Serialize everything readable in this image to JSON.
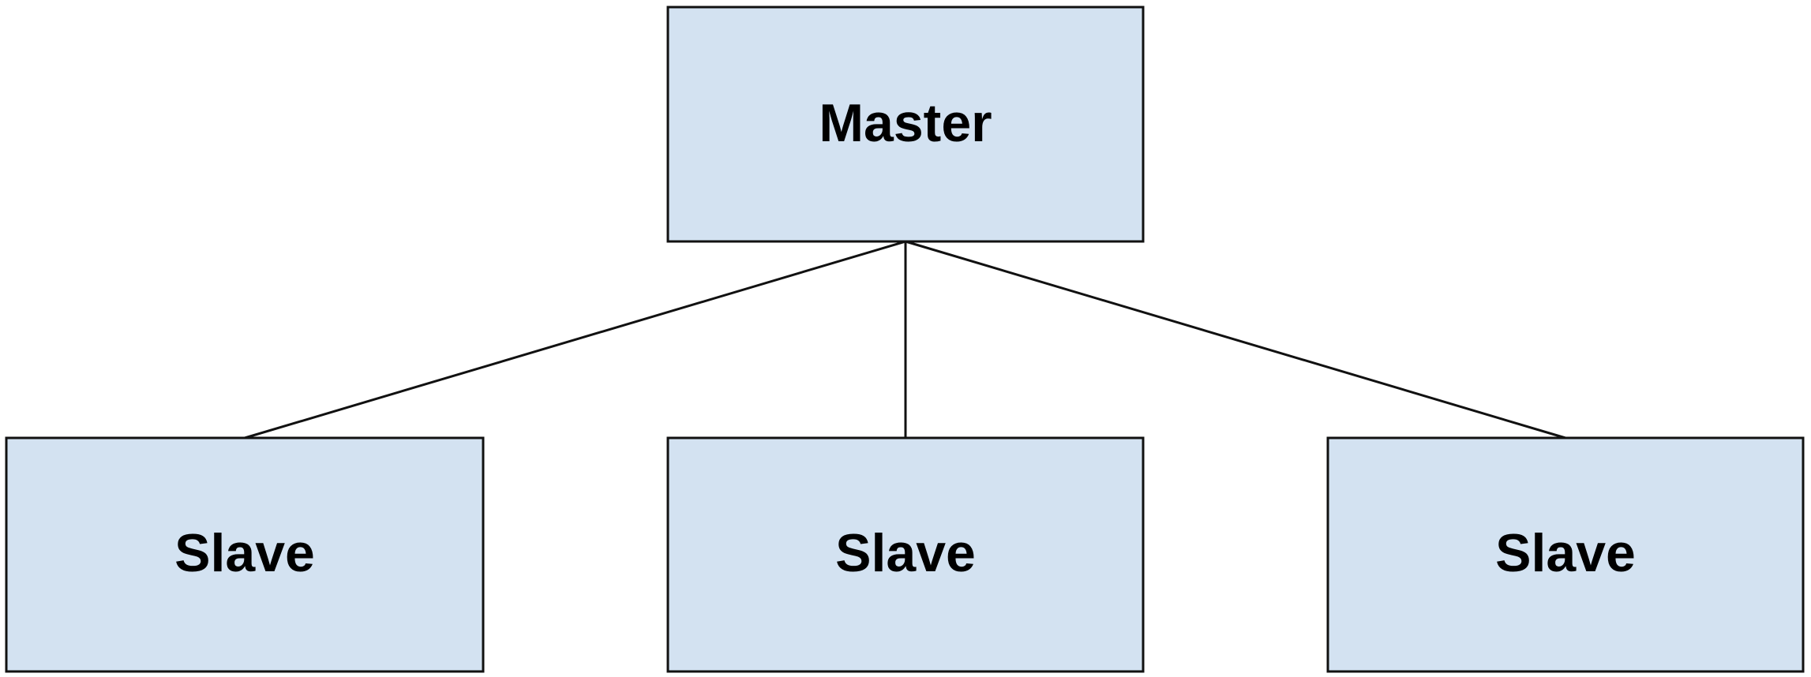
{
  "diagram": {
    "nodes": [
      {
        "id": "master",
        "label": "Master"
      },
      {
        "id": "slave-1",
        "label": "Slave"
      },
      {
        "id": "slave-2",
        "label": "Slave"
      },
      {
        "id": "slave-3",
        "label": "Slave"
      }
    ],
    "edges": [
      {
        "from": "master",
        "to": "slave-1"
      },
      {
        "from": "master",
        "to": "slave-2"
      },
      {
        "from": "master",
        "to": "slave-3"
      }
    ],
    "colors": {
      "node_fill": "#d3e2f1",
      "node_stroke": "#111111",
      "edge_stroke": "#111111",
      "label": "#000000"
    }
  }
}
